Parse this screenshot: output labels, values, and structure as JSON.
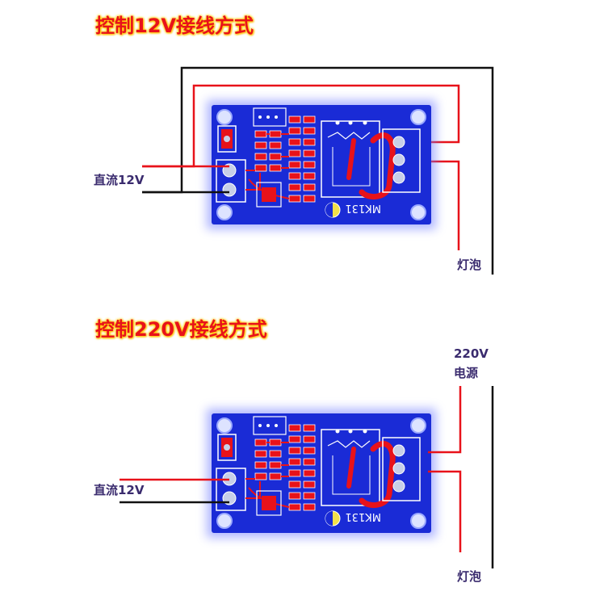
{
  "section_12v": {
    "title": "控制12V接线方式",
    "dc_label": "直流12V",
    "lamp_label": "灯泡",
    "board_label": "MK131"
  },
  "section_220v": {
    "title": "控制220V接线方式",
    "dc_label": "直流12V",
    "power_label_line1": "220V",
    "power_label_line2": "电源",
    "lamp_label": "灯泡",
    "board_label": "MK131"
  },
  "colors": {
    "title": "#e8121a",
    "title_glow": "#ffd000",
    "wire_red": "#e8121a",
    "wire_black": "#111111",
    "pcb_blue": "#1a2bd6",
    "label_text": "#3a2b6e"
  }
}
